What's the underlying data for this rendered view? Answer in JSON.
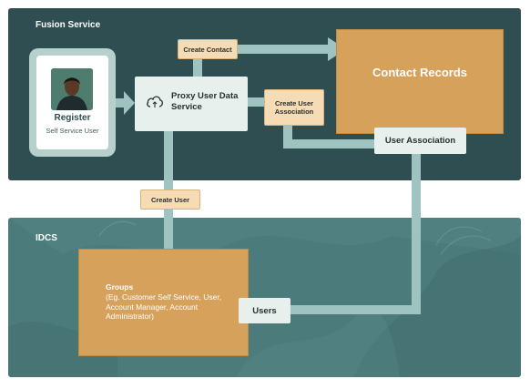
{
  "top_panel": {
    "label": "Fusion Service"
  },
  "bottom_panel": {
    "label": "IDCS"
  },
  "register": {
    "title": "Register",
    "subtitle": "Self Service User"
  },
  "proxy": {
    "line1": "Proxy User Data",
    "line2": "Service",
    "icon": "cloud-sync-icon"
  },
  "contact_records": {
    "label": "Contact Records"
  },
  "groups": {
    "title": "Groups",
    "body": "(Eg. Customer Self Service, User, Account Manager, Account Administrator)"
  },
  "chips": {
    "create_contact": "Create Contact",
    "create_user_association_line1": "Create User",
    "create_user_association_line2": "Association",
    "create_user": "Create User"
  },
  "boxes": {
    "user_association": "User Association",
    "users": "Users"
  },
  "colors": {
    "top_panel": "#2f4e51",
    "bottom_panel": "#4c7b7b",
    "orange": "#d6a15b",
    "chip": "#f6dcb4",
    "connector": "#9fc3c0"
  }
}
